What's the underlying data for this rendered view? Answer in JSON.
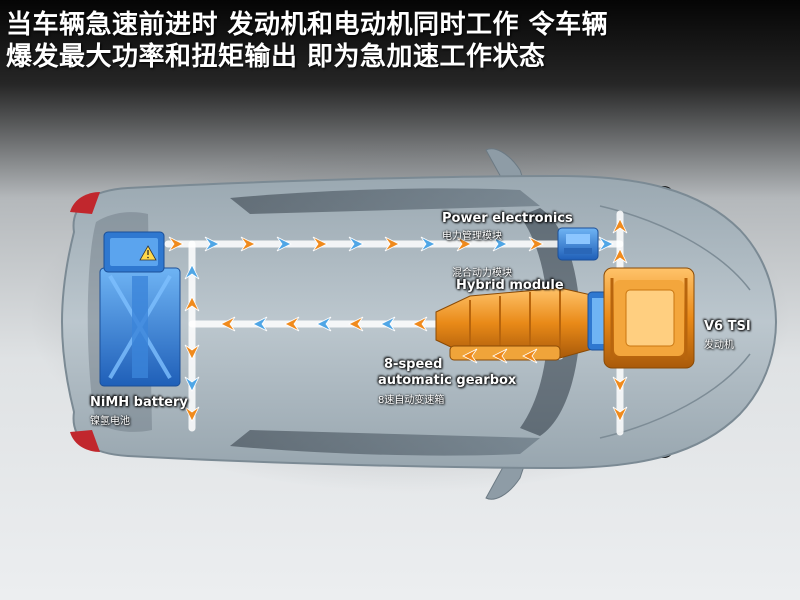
{
  "headline": {
    "line1": "当车辆急速前进时 发动机和电动机同时工作 令车辆",
    "line2": "爆发最大功率和扭矩输出 即为急加速工作状态"
  },
  "labels": {
    "power_electronics": {
      "en": "Power electronics",
      "zh": "电力管理模块"
    },
    "hybrid_module": {
      "en": "Hybrid module",
      "zh": "混合动力模块"
    },
    "engine": {
      "en": "V6 TSI",
      "zh": "发动机"
    },
    "gearbox": {
      "en_line1": "8-speed",
      "en_line2": "automatic gearbox",
      "zh": "8速自动变速箱"
    },
    "battery": {
      "en": "NiMH battery",
      "zh": "镍氢电池"
    }
  },
  "colors": {
    "energy_flow_orange": "#f08a1c",
    "electric_flow_blue": "#4fa6e6",
    "battery_blue": "#2f78d0",
    "engine_orange": "#e9921e",
    "car_body": "#a9b6bf"
  },
  "icons": {
    "battery_warning": "warning-triangle-icon"
  }
}
